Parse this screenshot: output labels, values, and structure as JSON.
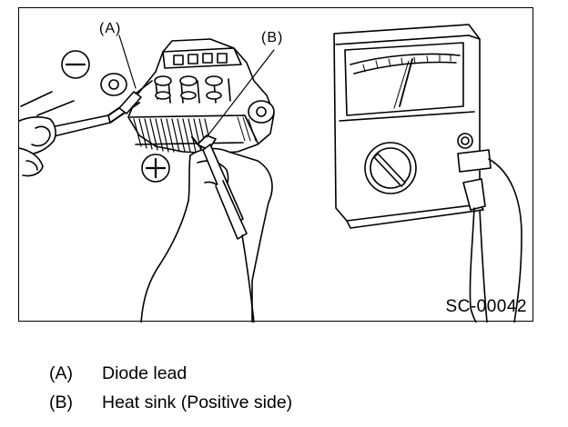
{
  "figure": {
    "code": "SC-00042",
    "callout_a": "(A)",
    "callout_b": "(B)",
    "minus_symbol_icon": "minus-in-circle",
    "plus_symbol_icon": "plus-in-circle"
  },
  "legend": [
    {
      "key": "(A)",
      "text": "Diode lead"
    },
    {
      "key": "(B)",
      "text": "Heat sink (Positive side)"
    }
  ]
}
